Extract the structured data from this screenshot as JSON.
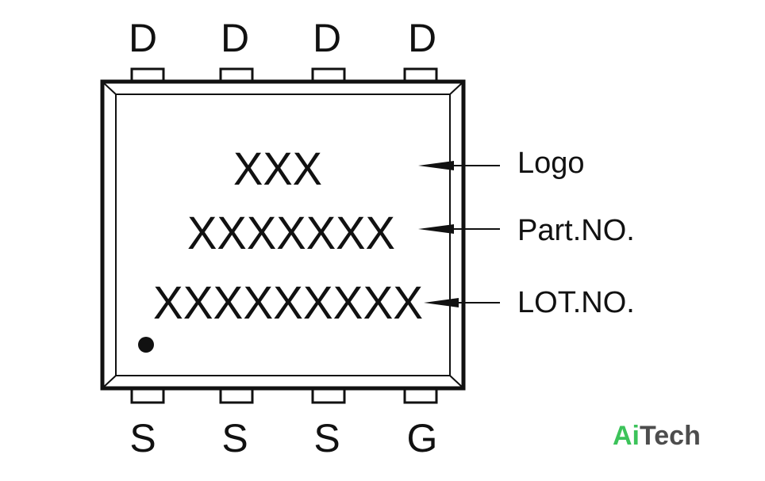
{
  "package": {
    "top_pins": [
      "D",
      "D",
      "D",
      "D"
    ],
    "bottom_pins": [
      "S",
      "S",
      "S",
      "G"
    ],
    "marking_lines": [
      "XXX",
      "XXXXXXX",
      "XXXXXXXXX"
    ]
  },
  "callouts": [
    "Logo",
    "Part.NO.",
    "LOT.NO."
  ],
  "brand": {
    "prefix": "Ai",
    "suffix": "Tech",
    "prefix_color": "#3cc35a",
    "suffix_color": "#4d4d4d"
  },
  "colors": {
    "line": "#111111"
  }
}
